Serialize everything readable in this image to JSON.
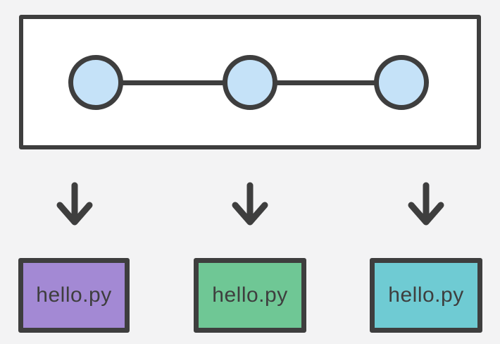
{
  "palette": {
    "background": "#f3f3f4",
    "stroke": "#3e3e3e",
    "repo_fill": "#ffffff",
    "node_fill": "#c5e2f8"
  },
  "repo": {
    "node_count": 3
  },
  "files": [
    {
      "label": "hello.py",
      "fill": "#a389d4"
    },
    {
      "label": "hello.py",
      "fill": "#6fc795"
    },
    {
      "label": "hello.py",
      "fill": "#6fcbd3"
    }
  ]
}
